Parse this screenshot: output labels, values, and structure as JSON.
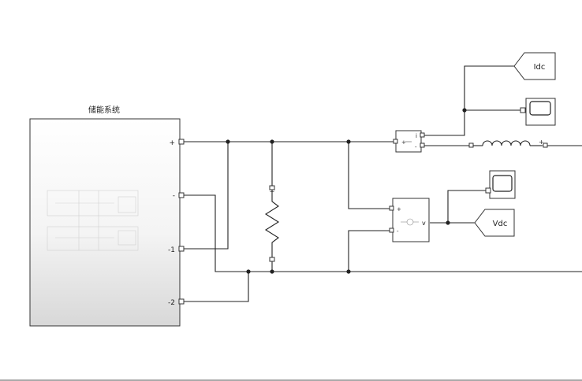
{
  "model": {
    "subsystem": {
      "title": "储能系统",
      "ports": [
        "+",
        "-",
        "-1",
        "-2"
      ]
    },
    "current_sensor": {
      "port_plus": "+",
      "port_minus": "-",
      "port_i": "i"
    },
    "voltage_sensor": {
      "port_plus": "+",
      "port_minus": "-",
      "port_v": "v"
    },
    "goto_current": {
      "label": "Idc"
    },
    "goto_voltage": {
      "label": "Vdc"
    },
    "scope_current": {},
    "scope_voltage": {},
    "resistor": {
      "port_plus": "+"
    },
    "inductor": {
      "port_plus": "+"
    }
  }
}
